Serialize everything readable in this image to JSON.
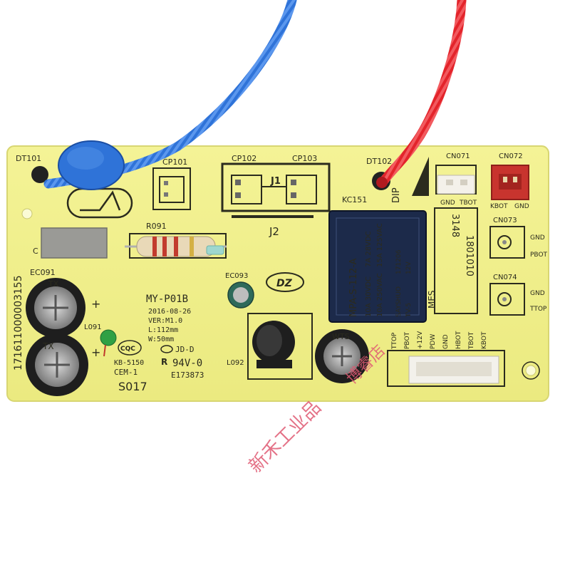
{
  "board": {
    "colors": {
      "pcb": "#f1f08a",
      "pcb_edge": "#d8d672",
      "silk": "#2b2b1e",
      "wire_blue": "#2f73d8",
      "wire_red": "#e3242b",
      "relay": "#1c2a4a",
      "connector_red": "#c8342e",
      "capacitor": "#1e1e1e",
      "sleeve_teal": "#9fd7cf"
    },
    "labels": {
      "dt101": "DT101",
      "dt102": "DT102",
      "cp101": "CP101",
      "cp102": "CP102",
      "cp103": "CP103",
      "j1": "J1",
      "j2": "J2",
      "cn071": "CN071",
      "cn072": "CN072",
      "cn073": "CN073",
      "cn074": "CN074",
      "kc151": "KC151",
      "dip": "DIP",
      "r091": "R091",
      "ec091": "EC091",
      "ec093": "EC093",
      "l091": "L091",
      "l092": "L092",
      "serial": "171611000003155",
      "model": "MY-P01B",
      "date": "2016-08-26",
      "ver": "VER:M1.0",
      "length": "L:112mm",
      "width": "W:50mm",
      "cqc": "CQC",
      "kb": "KB-5150",
      "cem": "CEM-1",
      "stamp": "S017",
      "jdd": "JD-D",
      "rating": "94V-0",
      "cert": "E173873",
      "mes": "MES",
      "dz": "DZ",
      "cn071_pins": [
        "GND",
        "TBOT"
      ],
      "cn072_pins": [
        "KBOT",
        "GND"
      ],
      "cn073_pins": [
        "GND",
        "PBOT"
      ],
      "cn074_pins": [
        "GND",
        "TTOP"
      ],
      "header_pins": [
        "TTOP",
        "PBOT",
        "+12V",
        "PDW",
        "GND",
        "HBOT",
        "TBOT",
        "KBOT"
      ],
      "plus1": "+",
      "plus2": "+",
      "marker_letter": "C"
    },
    "relay": {
      "brand": "SAYSHUO",
      "lines": [
        "10A 30VDC",
        "10A 250VAC",
        "7A 28VDC",
        "15A 125VAC"
      ],
      "model": "MPA-S-112-A",
      "coil": "12V",
      "code": "TV-5",
      "batch": "171206"
    },
    "handwritten": [
      "3148",
      "1801010"
    ],
    "capacitors": {
      "ec091_top": "TX",
      "ec091_bottom": "TX",
      "big_right": "WTS"
    }
  },
  "watermark": {
    "text_main": "新禾工业品",
    "text_tail": "博睿店"
  }
}
